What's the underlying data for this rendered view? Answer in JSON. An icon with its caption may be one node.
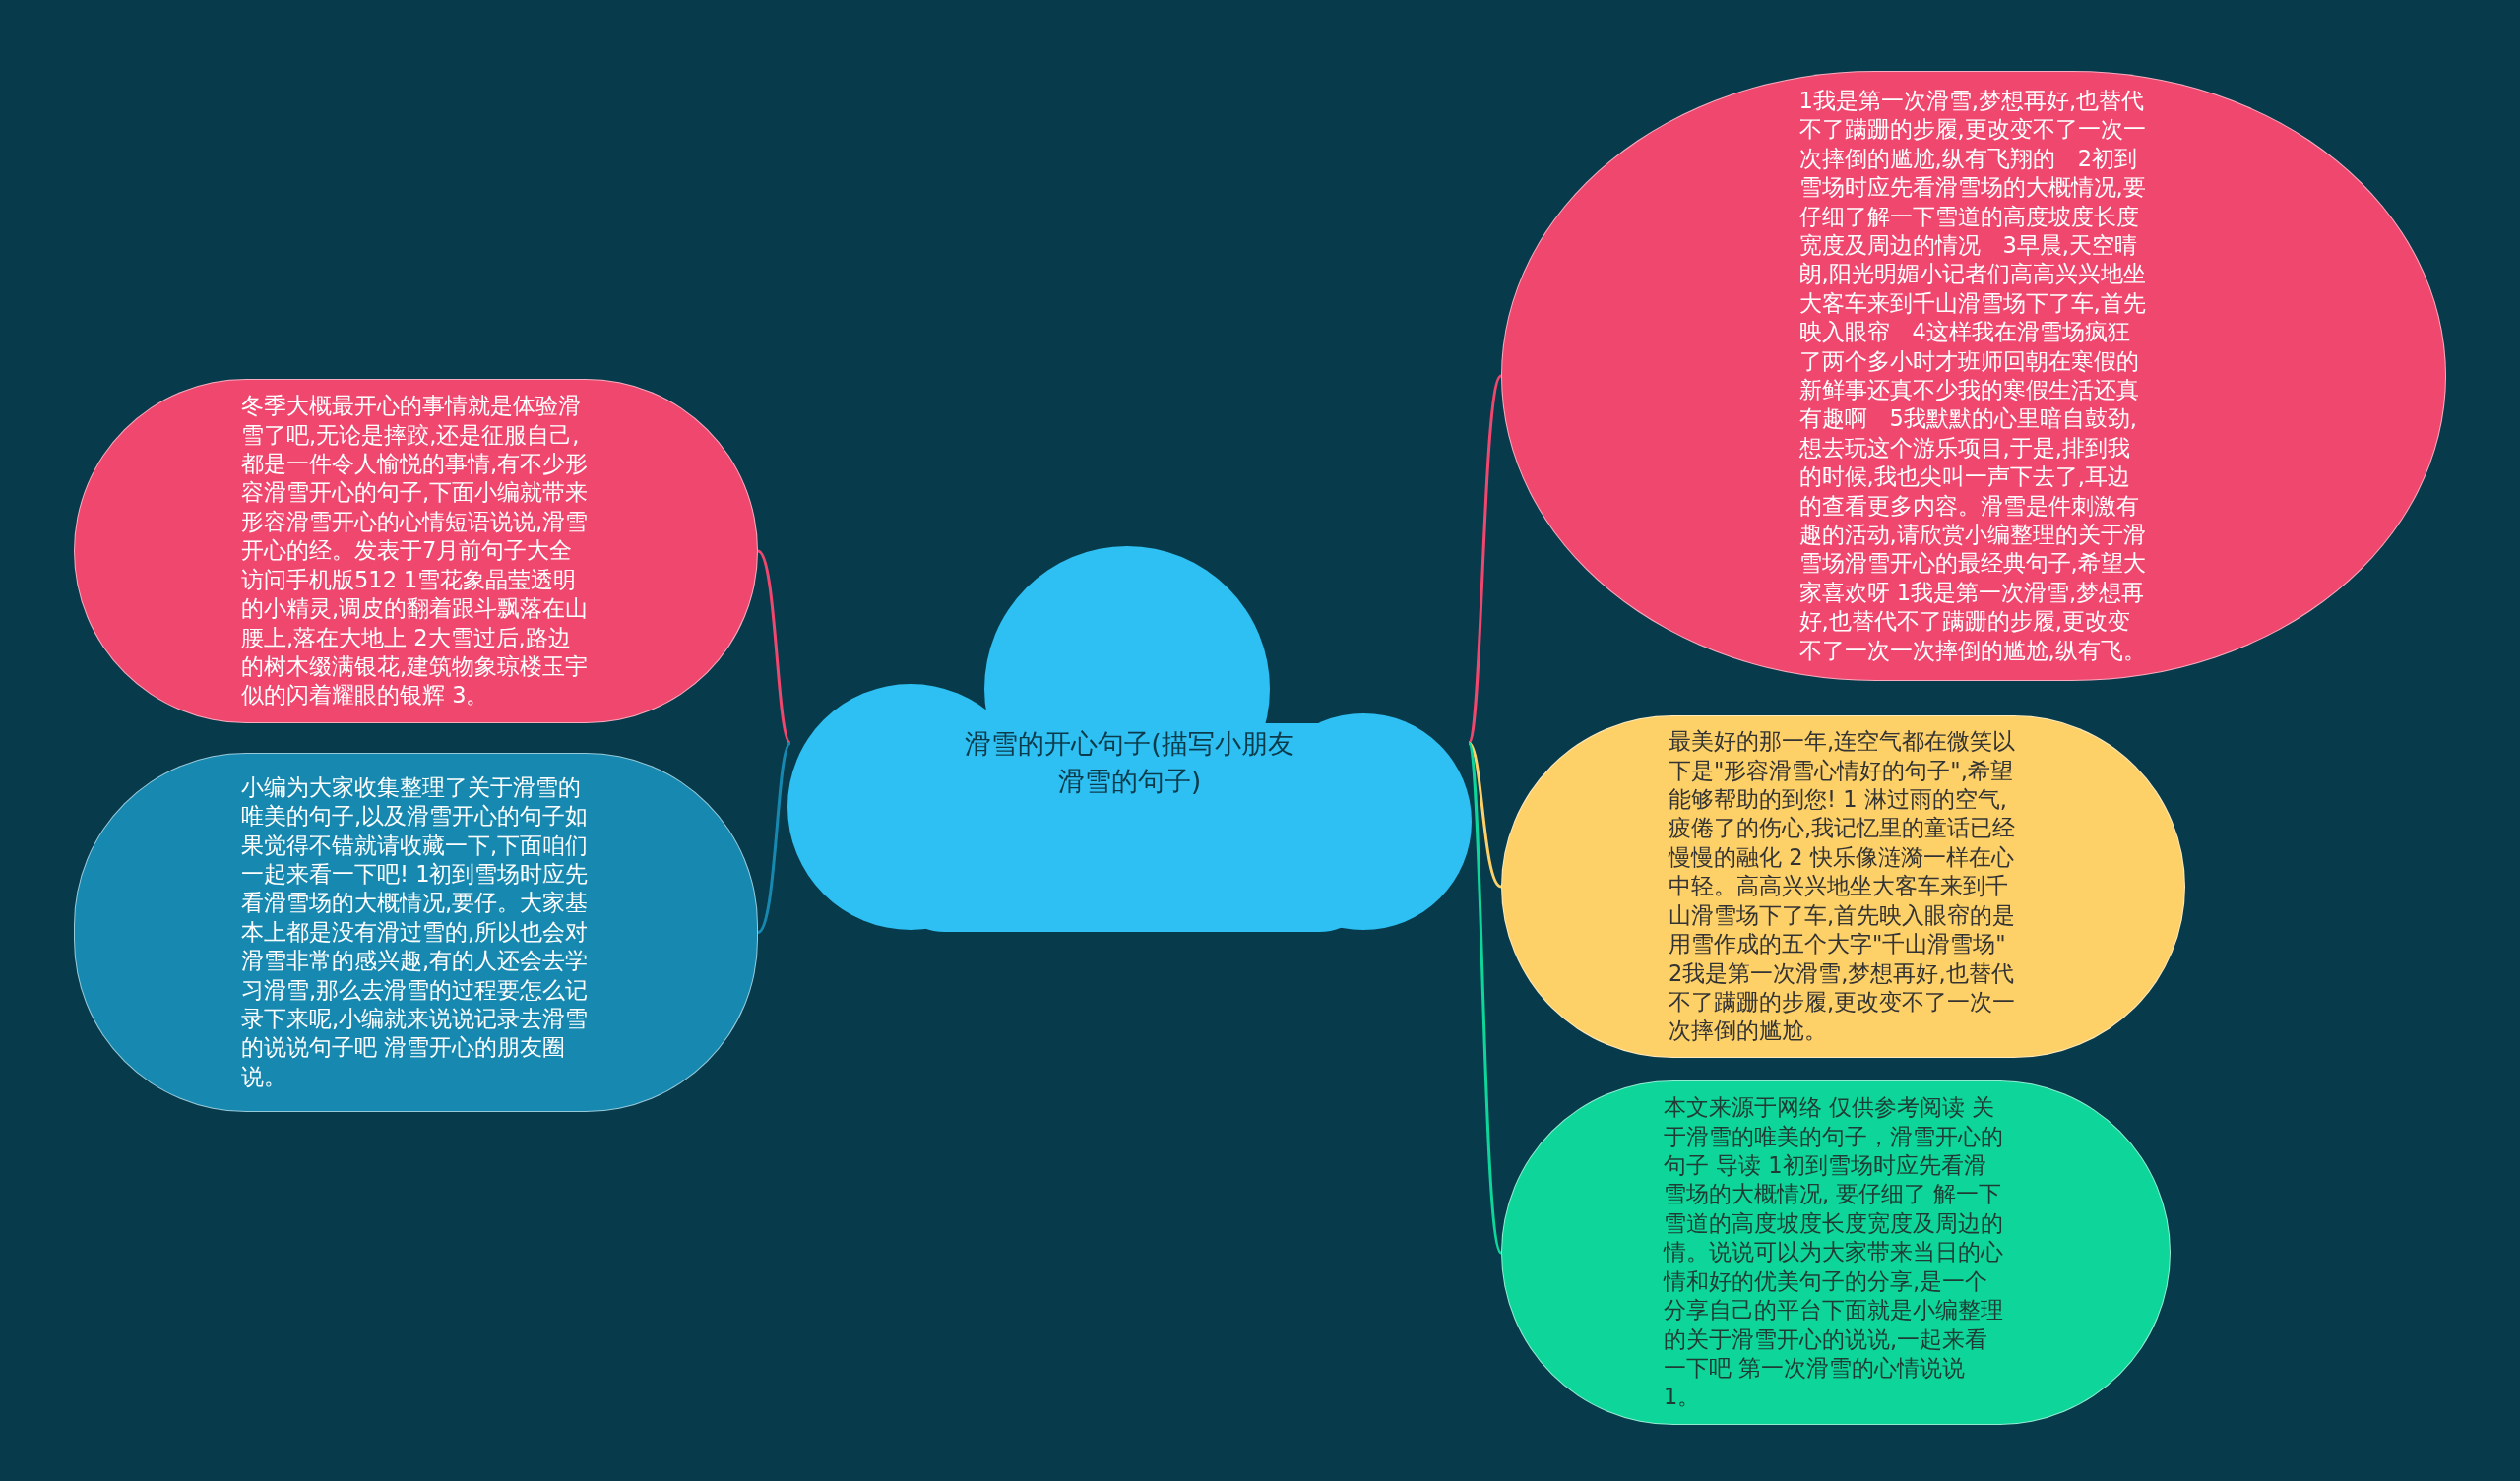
{
  "diagram": {
    "nodes": [
      {
        "text": [
          "滑雪的开心句子(描写小朋友滑雪的句子)"
        ]
      },
      {
        "text": [
          "冬季大概最开心的事情就是体验滑雪了吧,无论是摔跤,还是征服自己,都是一件令人愉悦的事情,有不少形容滑雪开心的句子,下面小编就带来形容滑雪开心的心情短语说说,滑雪开心的经。发表于7月前句子大全访问手机版512 1雪花象晶莹透明的小精灵,调皮的翻着跟斗飘落在山腰上,落在大地上 2大雪过后,路边的树木缀满银花,建筑物象琼楼玉宇似的闪着耀眼的银辉 3。"
        ]
      },
      {
        "text": [
          "小编为大家收集整理了关于滑雪的唯美的句子,以及滑雪开心的句子如果觉得不错就请收藏一下,下面咱们一起来看一下吧! 1初到雪场时应先看滑雪场的大概情况,要仔。大家基本上都是没有滑过雪的,所以也会对滑雪非常的感兴趣,有的人还会去学习滑雪,那么去滑雪的过程要怎么记录下来呢,小编就来说说记录去滑雪的说说句子吧 滑雪开心的朋友圈说。"
        ]
      },
      {
        "text": [
          "1我是第一次滑雪,梦想再好,也替代不了蹒跚的步履,更改变不了一次一次摔倒的尴尬,纵有飞翔的　2初到雪场时应先看滑雪场的大概情况,要仔细了解一下雪道的高度坡度长度宽度及周边的情况　3早晨,天空晴朗,阳光明媚小记者们高高兴兴地坐大客车来到千山滑雪场下了车,首先映入眼帘　4这样我在滑雪场疯狂了两个多小时才班师回朝在寒假的新鲜事还真不少我的寒假生活还真有趣啊　5我默默的心里暗自鼓劲,想去玩这个游乐项目,于是,排到我的时候,我也尖叫一声下去了,耳边的查看更多内容。滑雪是件刺激有趣的活动,请欣赏小编整理的关于滑雪场滑雪开心的最经典句子,希望大家喜欢呀 1我是第一次滑雪,梦想再好,也替代不了蹒跚的步履,更改变不了一次一次摔倒的尴尬,纵有飞。"
        ]
      },
      {
        "text": [
          "最美好的那一年,连空气都在微笑以下是\"形容滑雪心情好的句子\",希望能够帮助的到您! 1 淋过雨的空气,疲倦了的伤心,我记忆里的童话已经慢慢的融化 2 快乐像涟漪一样在心中轻。高高兴兴地坐大客车来到千山滑雪场下了车,首先映入眼帘的是用雪作成的五个大字\"千山滑雪场\" 2我是第一次滑雪,梦想再好,也替代不了蹒跚的步履,更改变不了一次一次摔倒的尴尬。"
        ]
      },
      {
        "text": [
          "本文来源于网络 仅供参考阅读 关于滑雪的唯美的句子，滑雪开心的句子 导读 1初到雪场时应先看滑雪场的大概情况, 要仔细了 解一下雪道的高度坡度长度宽度及周边的情。说说可以为大家带来当日的心情和好的优美句子的分享,是一个分享自己的平台下面就是小编整理的关于滑雪开心的说说,一起来看一下吧 第一次滑雪的心情说说 1。"
        ]
      }
    ],
    "edges": [
      {
        "from": 0,
        "to": 1,
        "arrow": "none",
        "color": "#f0476f"
      },
      {
        "from": 0,
        "to": 2,
        "arrow": "none",
        "color": "#1789b0"
      },
      {
        "from": 0,
        "to": 3,
        "arrow": "none",
        "color": "#f0476f"
      },
      {
        "from": 0,
        "to": 4,
        "arrow": "none",
        "color": "#fdd068"
      },
      {
        "from": 0,
        "to": 5,
        "arrow": "none",
        "color": "#0ed69a"
      }
    ]
  }
}
